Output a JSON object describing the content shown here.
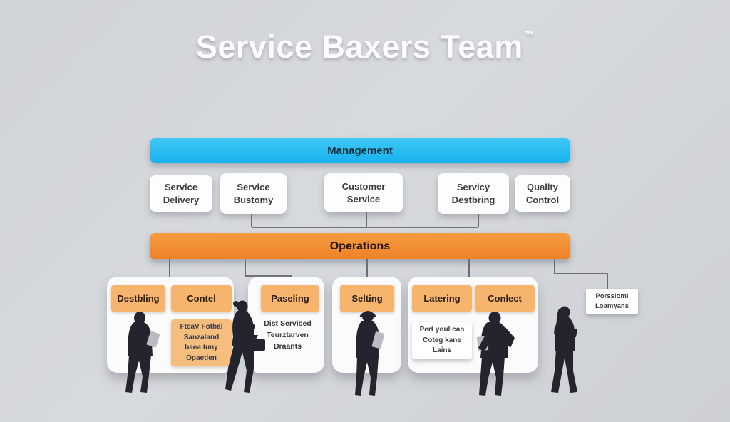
{
  "title": {
    "text": "Service Baxers Team",
    "tm": "™"
  },
  "colors": {
    "management_bar": "#25bdf2",
    "operations_bar": "#ef8a30",
    "label_box": "#f6b46d",
    "background": "#d2d5d9",
    "silhouette": "#23242d",
    "connector_line": "#50535a"
  },
  "management": {
    "label": "Management"
  },
  "operations": {
    "label": "Operations"
  },
  "departments": [
    {
      "label": "Service\nDelivery"
    },
    {
      "label": "Service\nBustomy"
    },
    {
      "label": "Customer\nService"
    },
    {
      "label": "Servicy\nDestbring"
    },
    {
      "label": "Quality\nControl"
    }
  ],
  "teams": {
    "card1": {
      "box1": "Destbling",
      "box2": "Contel",
      "note": "FtcaV Fotbal\nSanzaland\nbaea tuny\nOpaetlen",
      "person": "man-with-tablet"
    },
    "card2": {
      "box1": "Paseling",
      "note": "Dist Serviced\nTeurztarven\nDraants",
      "person": "woman-with-briefcase"
    },
    "card3": {
      "box1": "Selting",
      "person": "man-with-clipboard"
    },
    "card4": {
      "box1": "Latering",
      "box2": "Conlect",
      "note": "Pert youl can\nCoteg kane\nLains",
      "person": "man-with-folder"
    },
    "floating": {
      "note": "Porssioml\nLoamyans",
      "person": "woman-arms-crossed"
    }
  }
}
